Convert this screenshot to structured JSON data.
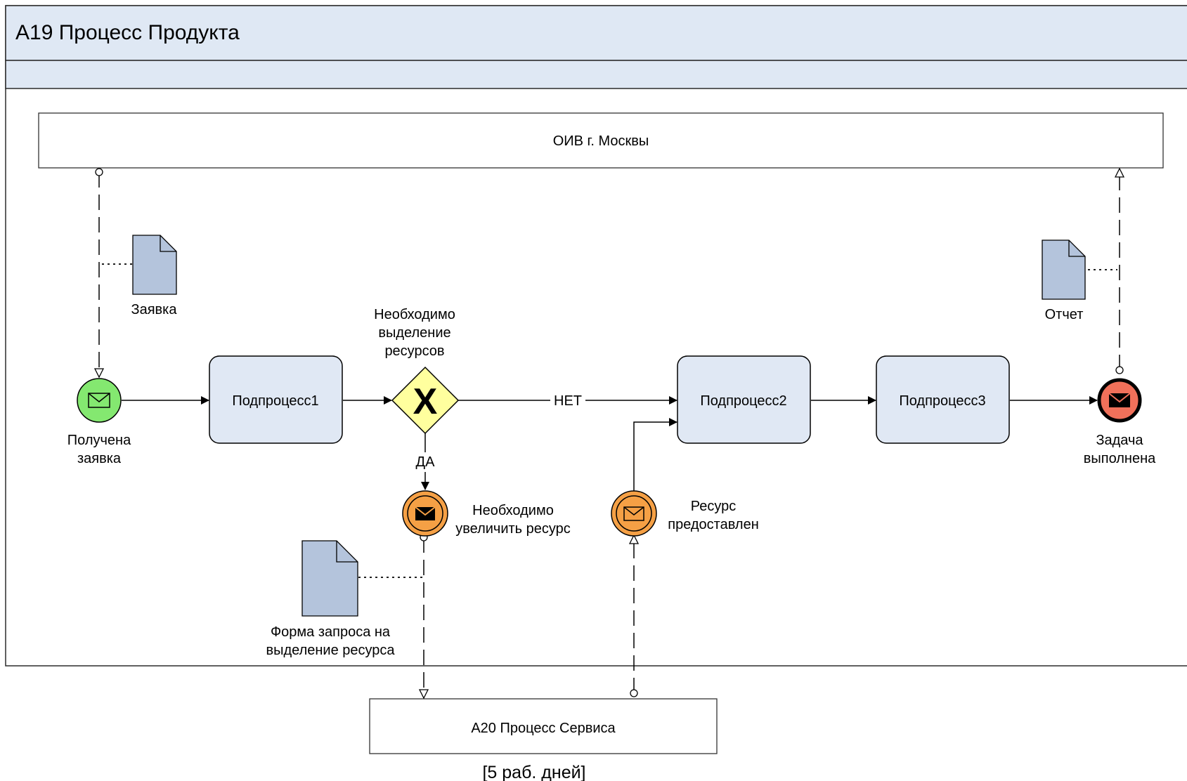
{
  "pool": {
    "title": "A19 Процесс Продукта",
    "header_fill": "#dfe8f4",
    "border_color": "#2b2b2b"
  },
  "participants": {
    "top": "ОИВ г. Москвы",
    "bottom": "A20 Процесс Сервиса"
  },
  "duration": "[5 раб. дней]",
  "events": {
    "start_line1": "Получена",
    "start_line2": "заявка",
    "end_line1": "Задача",
    "end_line2": "выполнена",
    "send_line1": "Необходимо",
    "send_line2": "увеличить ресурс",
    "receive_line1": "Ресурс",
    "receive_line2": "предоставлен"
  },
  "tasks": {
    "t1": "Подпроцесс1",
    "t2": "Подпроцесс2",
    "t3": "Подпроцесс3"
  },
  "gateway": {
    "line1": "Необходимо",
    "line2": "выделение",
    "line3": "ресурсов",
    "symbol": "X",
    "no_label": "НЕТ",
    "yes_label": "ДА"
  },
  "documents": {
    "request": "Заявка",
    "report": "Отчет",
    "form_line1": "Форма запроса на",
    "form_line2": "выделение ресурса"
  },
  "icons": {
    "message": "envelope-icon",
    "gateway": "exclusive-gateway-icon",
    "document": "document-icon"
  },
  "colors": {
    "start_event": "#84e870",
    "end_event": "#f0705a",
    "intermediate_event": "#f5a045",
    "gateway": "#ffff9e",
    "task": "#e0e8f4",
    "document": "#b4c4dc"
  }
}
